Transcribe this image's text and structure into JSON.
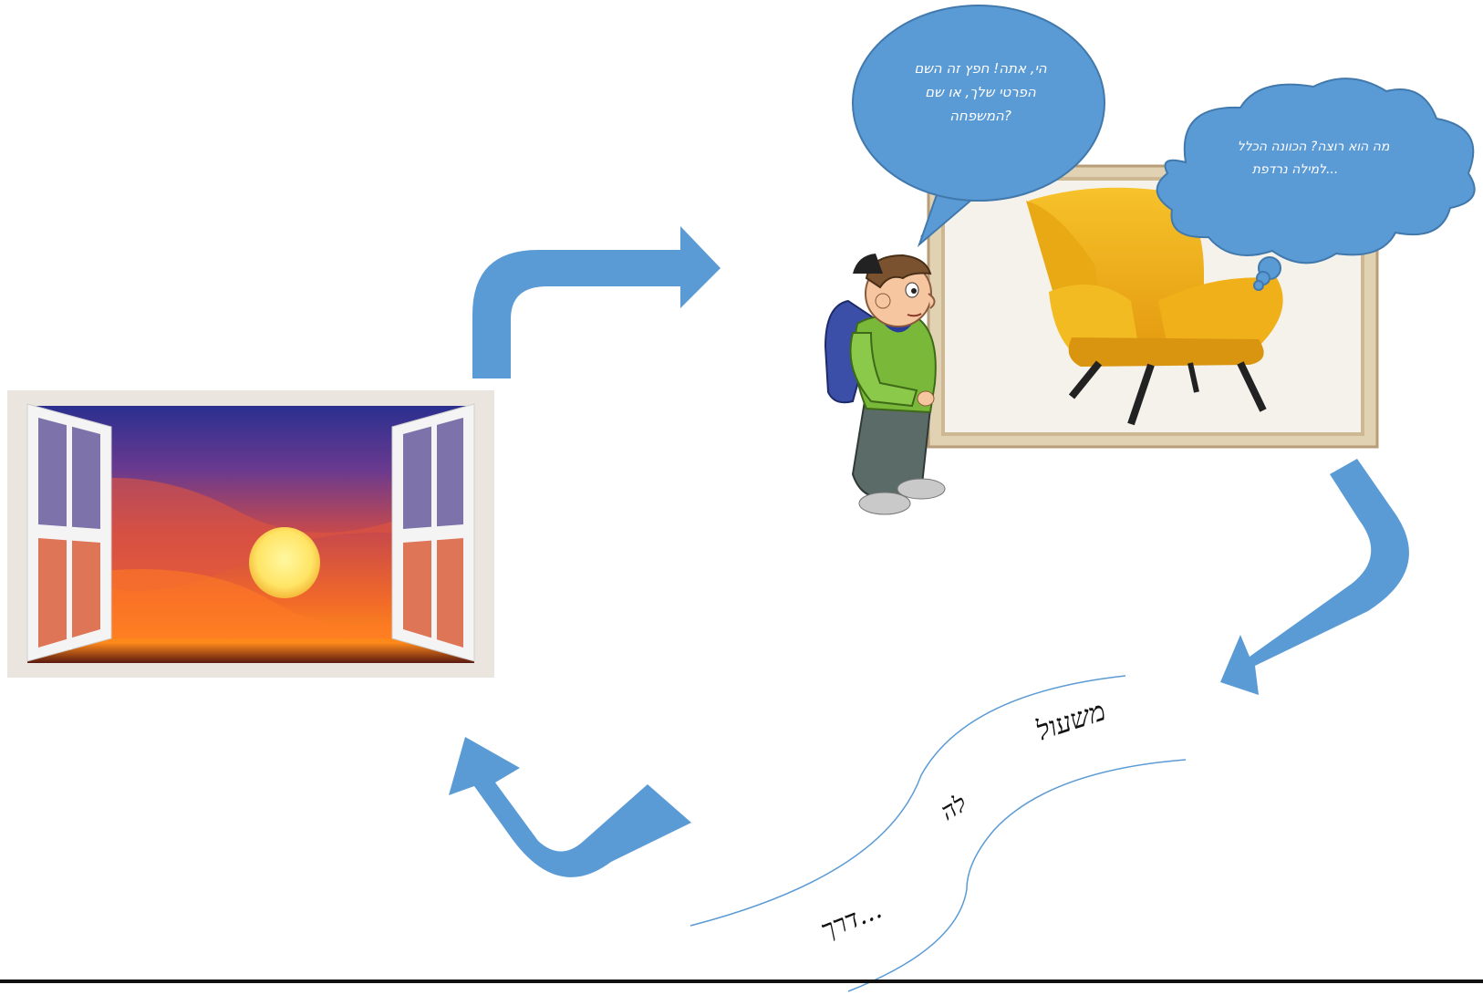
{
  "speech_bubble": {
    "lines": [
      "הי, אתה! חפץ זה השם",
      "הפרטי שלך, או שם",
      "המשפחה?"
    ]
  },
  "thought_bubble": {
    "lines": [
      "מה הוא רוצה? הכוונה הכלל",
      "למילה נרדפת..."
    ]
  },
  "road_words": {
    "word_1": "משעול",
    "word_2": "לה",
    "word_3": "דרך..."
  },
  "colors": {
    "arrow": "#5b9bd5",
    "bubble": "#5b9bd5",
    "road_line": "#5b9bd5",
    "chair": "#f2b31d",
    "frame": "#d9c7a8"
  },
  "icons": [
    "window-sunset-picture",
    "boy-with-backpack",
    "framed-armchair-picture",
    "speech-bubble",
    "thought-bubble",
    "curved-arrow"
  ]
}
